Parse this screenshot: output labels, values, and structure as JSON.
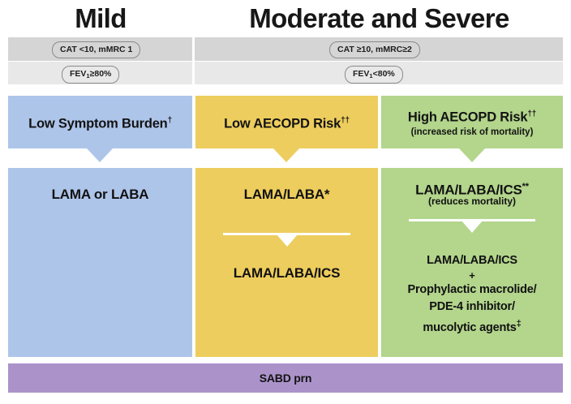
{
  "titles": {
    "mild": "Mild",
    "moderate_severe": "Moderate and Severe"
  },
  "criteria": {
    "mild": {
      "cat": "CAT <10, mMRC 1",
      "fev_prefix": "FEV",
      "fev_sub": "1",
      "fev_value": "≥80%"
    },
    "moderate_severe": {
      "cat": "CAT ≥10, mMRC≥2",
      "fev_prefix": "FEV",
      "fev_sub": "1",
      "fev_value": "<80%"
    }
  },
  "columns": [
    {
      "key": "blue",
      "color": "#aec5ea",
      "header": {
        "main": "Low Symptom Burden",
        "marker": "†",
        "sub": ""
      },
      "treatment": {
        "first": "LAMA or LABA"
      }
    },
    {
      "key": "yellow",
      "color": "#edcd5d",
      "header": {
        "main": "Low AECOPD Risk",
        "marker": "††",
        "sub": ""
      },
      "treatment": {
        "first": "LAMA/LABA*",
        "second": "LAMA/LABA/ICS"
      }
    },
    {
      "key": "green",
      "color": "#b3d58c",
      "header": {
        "main": "High AECOPD Risk",
        "marker": "††",
        "sub": "(increased risk of mortality)"
      },
      "treatment": {
        "first": "LAMA/LABA/ICS",
        "first_marker": "**",
        "first_sub": "(reduces mortality)",
        "second": "LAMA/LABA/ICS",
        "plus": "+",
        "second_line2": "Prophylactic macrolide/",
        "second_line3": "PDE-4 inhibitor/",
        "second_line4": "mucolytic agents",
        "second_marker": "‡"
      }
    }
  ],
  "footer": {
    "sabd": "SABD prn",
    "color": "#ab93ca"
  }
}
